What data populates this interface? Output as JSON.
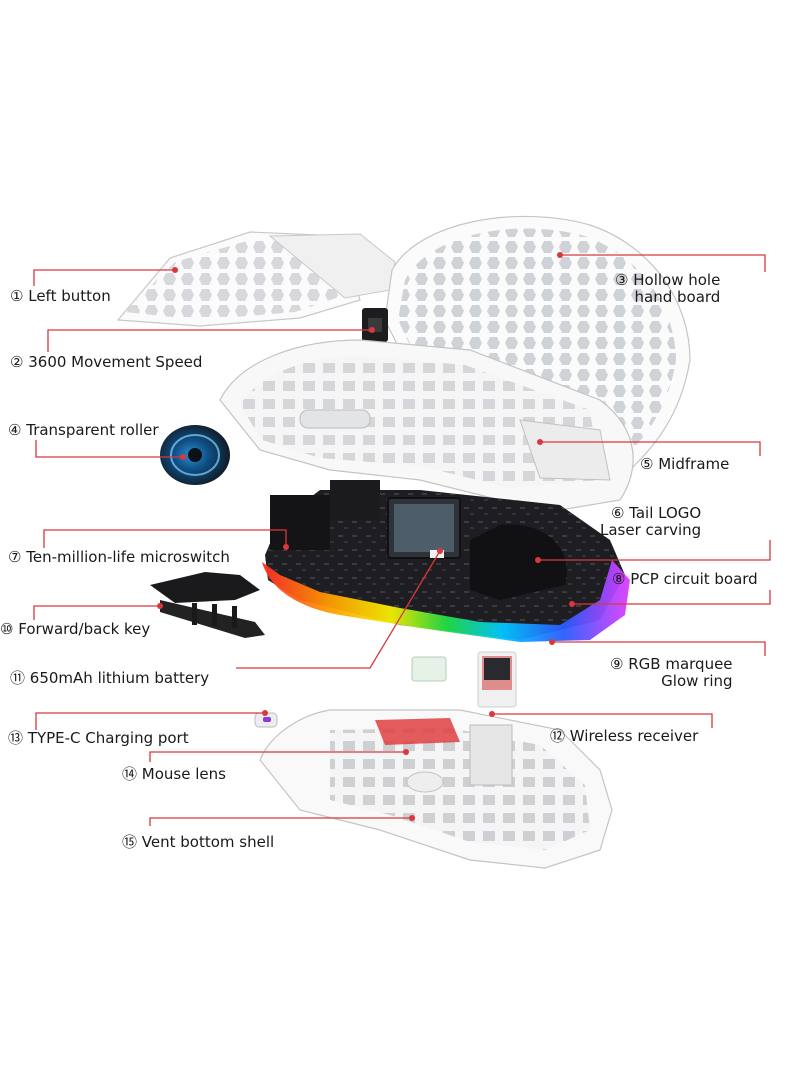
{
  "accent_color": "#d9383c",
  "parts": [
    {
      "id": "left-button",
      "num": "①",
      "lines": [
        "Left button"
      ]
    },
    {
      "id": "movement-speed",
      "num": "②",
      "lines": [
        "3600 Movement Speed"
      ]
    },
    {
      "id": "hollow-hole-hand-board",
      "num": "③",
      "lines": [
        "Hollow hole",
        "hand board"
      ]
    },
    {
      "id": "transparent-roller",
      "num": "④",
      "lines": [
        "Transparent roller"
      ]
    },
    {
      "id": "midframe",
      "num": "⑤",
      "lines": [
        "Midframe"
      ]
    },
    {
      "id": "tail-logo",
      "num": "⑥",
      "lines": [
        "Tail LOGO",
        "Laser carving"
      ]
    },
    {
      "id": "microswitch",
      "num": "⑦",
      "lines": [
        "Ten-million-life microswitch"
      ]
    },
    {
      "id": "pcp-circuit-board",
      "num": "⑧",
      "lines": [
        "PCP circuit board"
      ]
    },
    {
      "id": "rgb-glow-ring",
      "num": "⑨",
      "lines": [
        "RGB marquee",
        "Glow ring"
      ]
    },
    {
      "id": "forward-back-key",
      "num": "⑩",
      "lines": [
        "Forward/back key"
      ]
    },
    {
      "id": "lithium-battery",
      "num": "⑪",
      "lines": [
        "650mAh lithium battery"
      ]
    },
    {
      "id": "wireless-receiver",
      "num": "⑫",
      "lines": [
        "Wireless receiver"
      ]
    },
    {
      "id": "type-c-port",
      "num": "⑬",
      "lines": [
        "TYPE-C Charging port"
      ]
    },
    {
      "id": "mouse-lens",
      "num": "⑭",
      "lines": [
        "Mouse lens"
      ]
    },
    {
      "id": "vent-bottom-shell",
      "num": "⑮",
      "lines": [
        "Vent bottom shell"
      ]
    }
  ]
}
